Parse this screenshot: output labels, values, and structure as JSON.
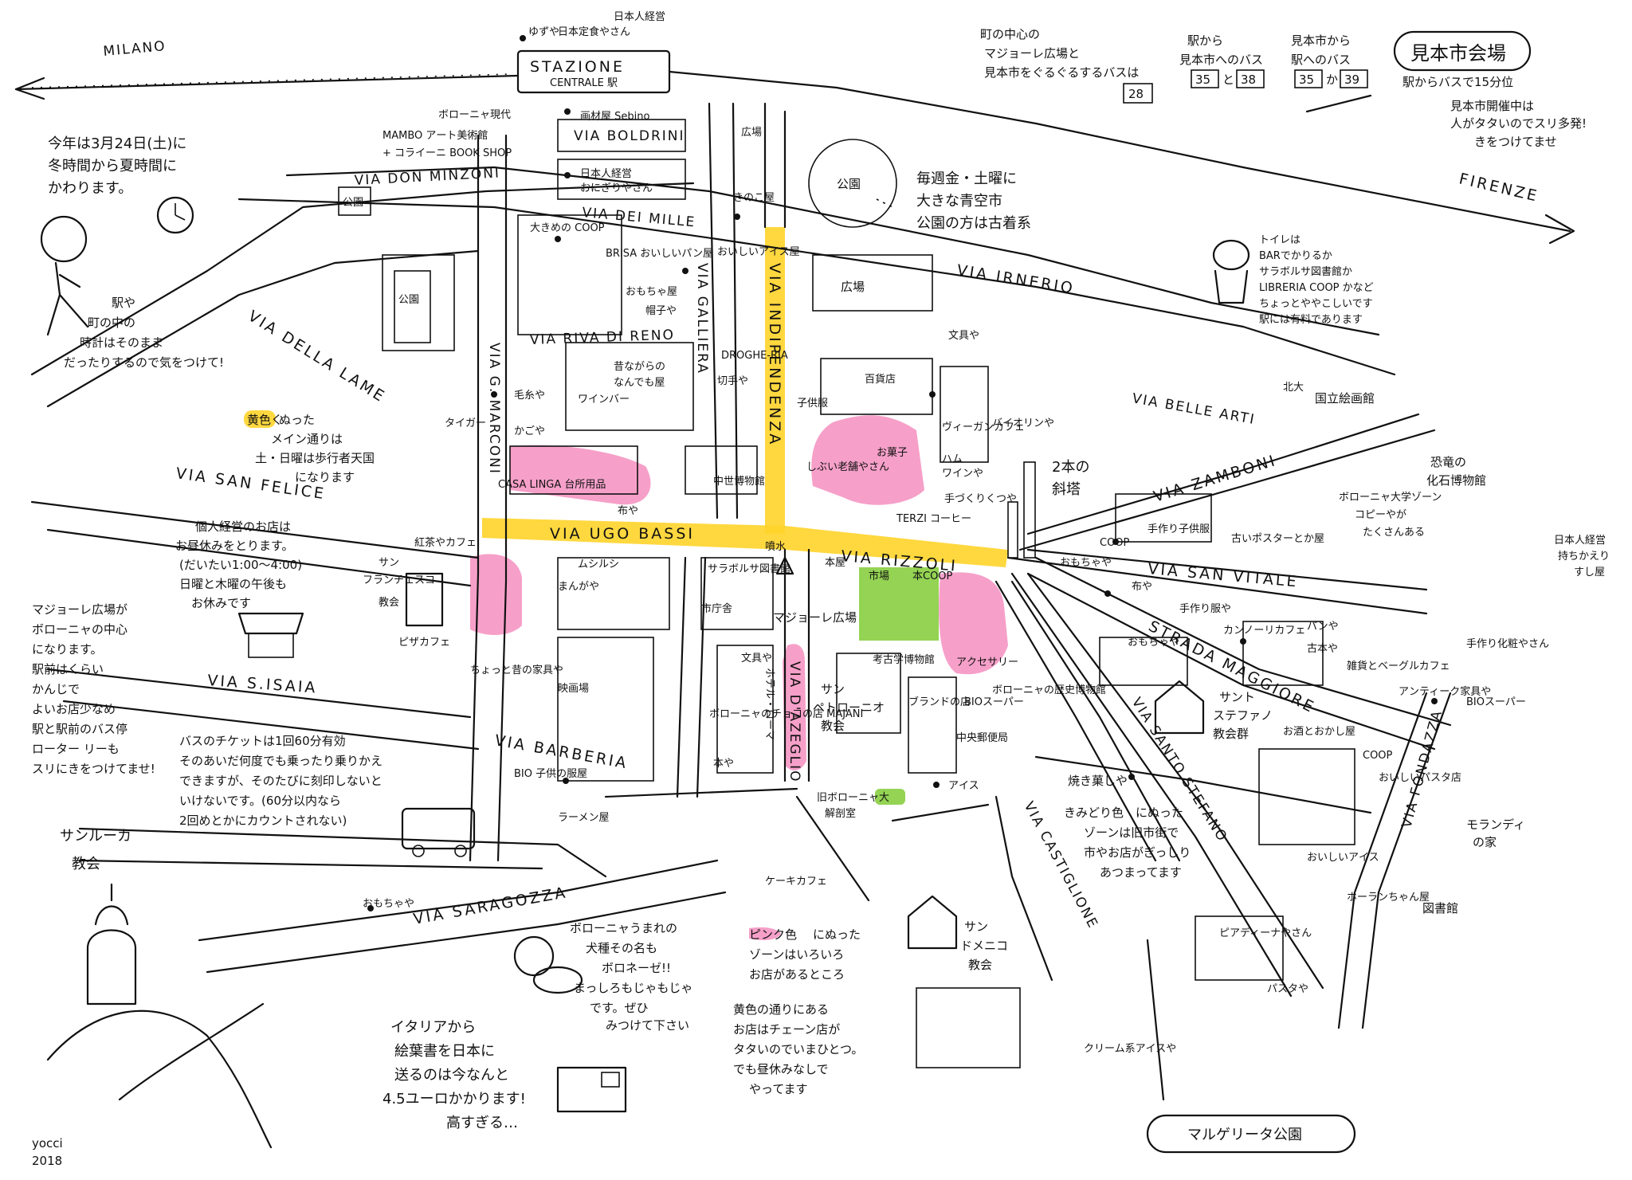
{
  "map": {
    "station": {
      "line1": "STAZIONE",
      "line2": "CENTRALE 駅"
    },
    "directions": {
      "milano": "MILANO",
      "firenze": "FIRENZE"
    },
    "fair": {
      "title": "見本市会場",
      "note1": "駅からバスで15分位",
      "note2": "見本市開催中は",
      "note3": "人がタタいのでスリ多発!",
      "note4": "きをつけてませ"
    },
    "bus_info": {
      "center_bus_l1": "町の中心の",
      "center_bus_l2": "マジョーレ広場と",
      "center_bus_l3": "見本市をぐるぐるするバスは",
      "center_bus_no": "28",
      "station_fair_l1": "駅から",
      "station_fair_l2": "見本市へのバス",
      "station_fair_no1": "35",
      "station_fair_and": "と",
      "station_fair_no2": "38",
      "fair_station_l1": "見本市から",
      "fair_station_l2": "駅へのバス",
      "fair_station_no1": "35",
      "fair_station_or": "か",
      "fair_station_no2": "39"
    },
    "streets": {
      "don_minzoni": "VIA DON MINZONI",
      "dei_mille": "VIA DEI MILLE",
      "boldrini": "VIA BOLDRINI",
      "irnerio": "VIA IRNERIO",
      "della_lame": "VIA DELLA LAME",
      "riva_di_reno": "VIA RIVA DI RENO",
      "marconi": "VIA G. MARCONI",
      "galliera": "VIA GALLIERA",
      "indipendenza": "VIA INDIPENDENZA",
      "belle_arti": "VIA BELLE ARTI",
      "zamboni": "VIA ZAMBONI",
      "san_felice": "VIA SAN FELICE",
      "ugo_bassi": "VIA UGO BASSI",
      "rizzoli": "VIA RIZZOLI",
      "san_vitale": "VIA SAN VITALE",
      "maggiore": "STRADA MAGGIORE",
      "s_isaia": "VIA S.ISAIA",
      "barberia": "VIA BARBERIA",
      "d_azeglio": "VIA D'AZEGLIO",
      "santo_stefano": "VIA SANTO STEFANO",
      "castiglione": "VIA CASTIGLIONE",
      "saragozza": "VIA SARAGOZZA",
      "fondazza": "VIA FONDAZZA"
    },
    "places": {
      "yuzuya": "ゆずや",
      "teishoku": "日本定食やさん",
      "japanese_owner_top": "日本人経営",
      "sebino": "画材屋 Sebino",
      "mambo_l1": "ボローニャ現代",
      "mambo_l2": "MAMBO アート美術館",
      "mambo_l3": "+ コライーニ BOOK SHOP",
      "onigiri_l1": "日本人経営",
      "onigiri_l2": "おにぎりやさん",
      "hiroba1": "広場",
      "kinoko": "きのこ屋",
      "park1": "公園",
      "park_small": "公園",
      "park_left": "公園",
      "market_l1": "毎週金・土曜に",
      "market_l2": "大きな青空市",
      "market_l3": "公園の方は古着系",
      "coop1": "大きめの COOP",
      "brisa": "BRISA おいしいパン屋",
      "icecream1": "おいしいアイス屋",
      "toy": "おもちゃ屋",
      "hat": "帽子や",
      "hiroba2": "広場",
      "toilet_l1": "トイレは",
      "toilet_l2": "BARでかりるか",
      "toilet_l3": "サラボルサ図書館か",
      "toilet_l4": "LIBRERIA COOP かなど",
      "toilet_l5": "ちょっとややこしいです",
      "toilet_l6": "駅には有料であります",
      "old_tools_l1": "昔ながらの",
      "old_tools_l2": "なんでも屋",
      "drogheria": "DROGHE-RIA",
      "stamp": "切手や",
      "wine_bar": "ワインバー",
      "yarn": "毛糸や",
      "basket": "かごや",
      "tiger": "タイガー",
      "casa_linga": "CASA LINGA 台所用品",
      "stationery": "文具や",
      "dept": "百貨店",
      "kids_clothes": "子供服",
      "vegan": "ヴィーガンカフェ",
      "ham": "ハム",
      "wine": "ワインや",
      "violin": "バイオリンや",
      "shoes": "手づくりくつや",
      "terzi": "TERZI コーヒー",
      "medieval": "中世博物館",
      "cloth": "布や",
      "old_shop": "しぶい老舗やさん",
      "sweets": "お菓子",
      "university": "北大",
      "art_museum": "国立絵画館",
      "fossil_l1": "恐竜の",
      "fossil_l2": "化石博物館",
      "univ_zone_l1": "ボローニャ大学ゾーン",
      "univ_zone_l2": "コピーやが",
      "univ_zone_l3": "たくさんある",
      "towers_l1": "2本の",
      "towers_l2": "斜塔",
      "coop2": "COOP",
      "kids_handmade": "手作り子供服",
      "poster": "古いポスターとか屋",
      "japanese_sushi_l1": "日本人経営",
      "japanese_sushi_l2": "持ちかえり",
      "japanese_sushi_l3": "すし屋",
      "san_francesco_l1": "サン",
      "san_francesco_l2": "フランチェスコ",
      "san_francesco_l3": "教会",
      "tea_cafe": "紅茶やカフェ",
      "manga": "まんがや",
      "kiosk": "ムシルシ",
      "salaborsa": "サラボルサ図書館",
      "fountain": "噴水",
      "city_hall": "市庁舎",
      "dept2": "本屋",
      "market_hall": "市場",
      "coop3": "本COOP",
      "maggiore_sq": "マジョーレ広場",
      "toy2": "おもちゃや",
      "cloth2": "布や",
      "handmade_clothes": "手作り服や",
      "cannoli": "カンノーリカフェ",
      "bread": "パンや",
      "antique": "古本や",
      "baby_goods": "手作り化粧やさん",
      "bagel": "雑貨とベーグルカフェ",
      "antique_furniture": "アンティーク家具や",
      "bio_super1": "BIOスーパー",
      "pizza_cafe": "ピザカフェ",
      "furniture_old": "ちょっと昔の家具や",
      "cinema": "映画場",
      "accessory": "アクセサリー",
      "history_museum": "ボローニャの歴史博物館",
      "santo_stefano_ch_l1": "サント",
      "santo_stefano_ch_l2": "ステファノ",
      "santo_stefano_ch_l3": "教会群",
      "toys3": "おもちゃや",
      "hotel_roma": "ホテル・ローマ",
      "stationery2": "文具や",
      "chocolate": "ボローニャのチョコの店 MAJANI",
      "bookstore": "本や",
      "petronio_l1": "サン",
      "petronio_l2": "ペトローニオ",
      "petronio_l3": "教会",
      "archaeology": "考古学博物館",
      "brand": "ブランドの店",
      "bio_super2": "BIOスーパー",
      "central_post": "中央郵便局",
      "sake": "お酒とおかし屋",
      "coop4": "COOP",
      "ice2": "アイス",
      "anatomy_l1": "旧ボローニャ大",
      "anatomy_l2": "解剖室",
      "ramen": "ラーメン屋",
      "bio_kids": "BIO 子供の服屋",
      "grilled_l1": "焼き菓しや",
      "morandi_l1": "モランディ",
      "morandi_l2": "の家",
      "library": "図書館",
      "fondazza_shop": "ホーランちゃん屋",
      "cake_cafe": "ケーキカフェ",
      "omocha4": "おもちゃや",
      "san_domenico_l1": "サン",
      "san_domenico_l2": "ドメニコ",
      "san_domenico_l3": "教会",
      "piadina": "ピアディーナやさん",
      "pasta": "パスタや",
      "cream_ice": "クリーム系アイスや",
      "ice3": "おいしいアイス",
      "gelato": "おいしいパスタ店",
      "margherita": "マルゲリータ公園",
      "san_luca_l1": "サンルーカ",
      "san_luca_l2": "教会"
    },
    "notes": {
      "summer_l1": "今年は3月24日(土)に",
      "summer_l2": "冬時間から夏時間に",
      "summer_l3": "かわります。",
      "clock_l1": "駅や",
      "clock_l2": "町の中の",
      "clock_l3": "時計はそのまま",
      "clock_l4": "だったりするので気をつけて!",
      "yellow_word": "黄色く",
      "yellow_l1": "ぬった",
      "yellow_l2": "メイン通りは",
      "yellow_l3": "土・日曜は歩行者天国",
      "yellow_l4": "になります",
      "lunch_l1": "個人経営のお店は",
      "lunch_l2": "お昼休みをとります。",
      "lunch_l3": "(だいたい1:00〜4:00)",
      "lunch_l4": "日曜と木曜の午後も",
      "lunch_l5": "お休みです",
      "center_l1": "マジョーレ広場が",
      "center_l2": "ボローニャの中心",
      "center_l3": "になります。",
      "center_l4": "駅前はくらい",
      "center_l5": "かんじで",
      "center_l6": "よいお店少なめ",
      "center_l7": "駅と駅前のバス停",
      "center_l8": "ローター リーも",
      "center_l9": "スリにきをつけてませ!",
      "ticket_l1": "バスのチケットは1回60分有効",
      "ticket_l2": "そのあいだ何度でも乗ったり乗りかえ",
      "ticket_l3": "できますが、そのたびに刻印しないと",
      "ticket_l4": "いけないです。(60分以内なら",
      "ticket_l5": "2回めとかにカウントされない)",
      "green_word": "きみどり色",
      "green_l1": "にぬった",
      "green_l2": "ゾーンは旧市街で",
      "green_l3": "市やお店がぎっしり",
      "green_l4": "あつまってます",
      "dog_l1": "ボローニャうまれの",
      "dog_l2": "犬種その名も",
      "dog_l3": "ボロネーゼ!!",
      "dog_l4": "まっしろもじゃもじゃ",
      "dog_l5": "です。ぜひ",
      "dog_l6": "みつけて下さい",
      "pink_word": "ピンク色",
      "pink_l1": "にぬった",
      "pink_l2": "ゾーンはいろいろ",
      "pink_l3": "お店があるところ",
      "chain_l1": "黄色の通りにある",
      "chain_l2": "お店はチェーン店が",
      "chain_l3": "タタいのでいまひとつ。",
      "chain_l4": "でも昼休みなしで",
      "chain_l5": "やってます",
      "post_l1": "イタリアから",
      "post_l2": "絵葉書を日本に",
      "post_l3": "送るのは今なんと",
      "post_l4": "4.5ユーロかかります!",
      "post_l5": "高すぎる…",
      "signature_l1": "yocci",
      "signature_l2": "2018"
    }
  }
}
